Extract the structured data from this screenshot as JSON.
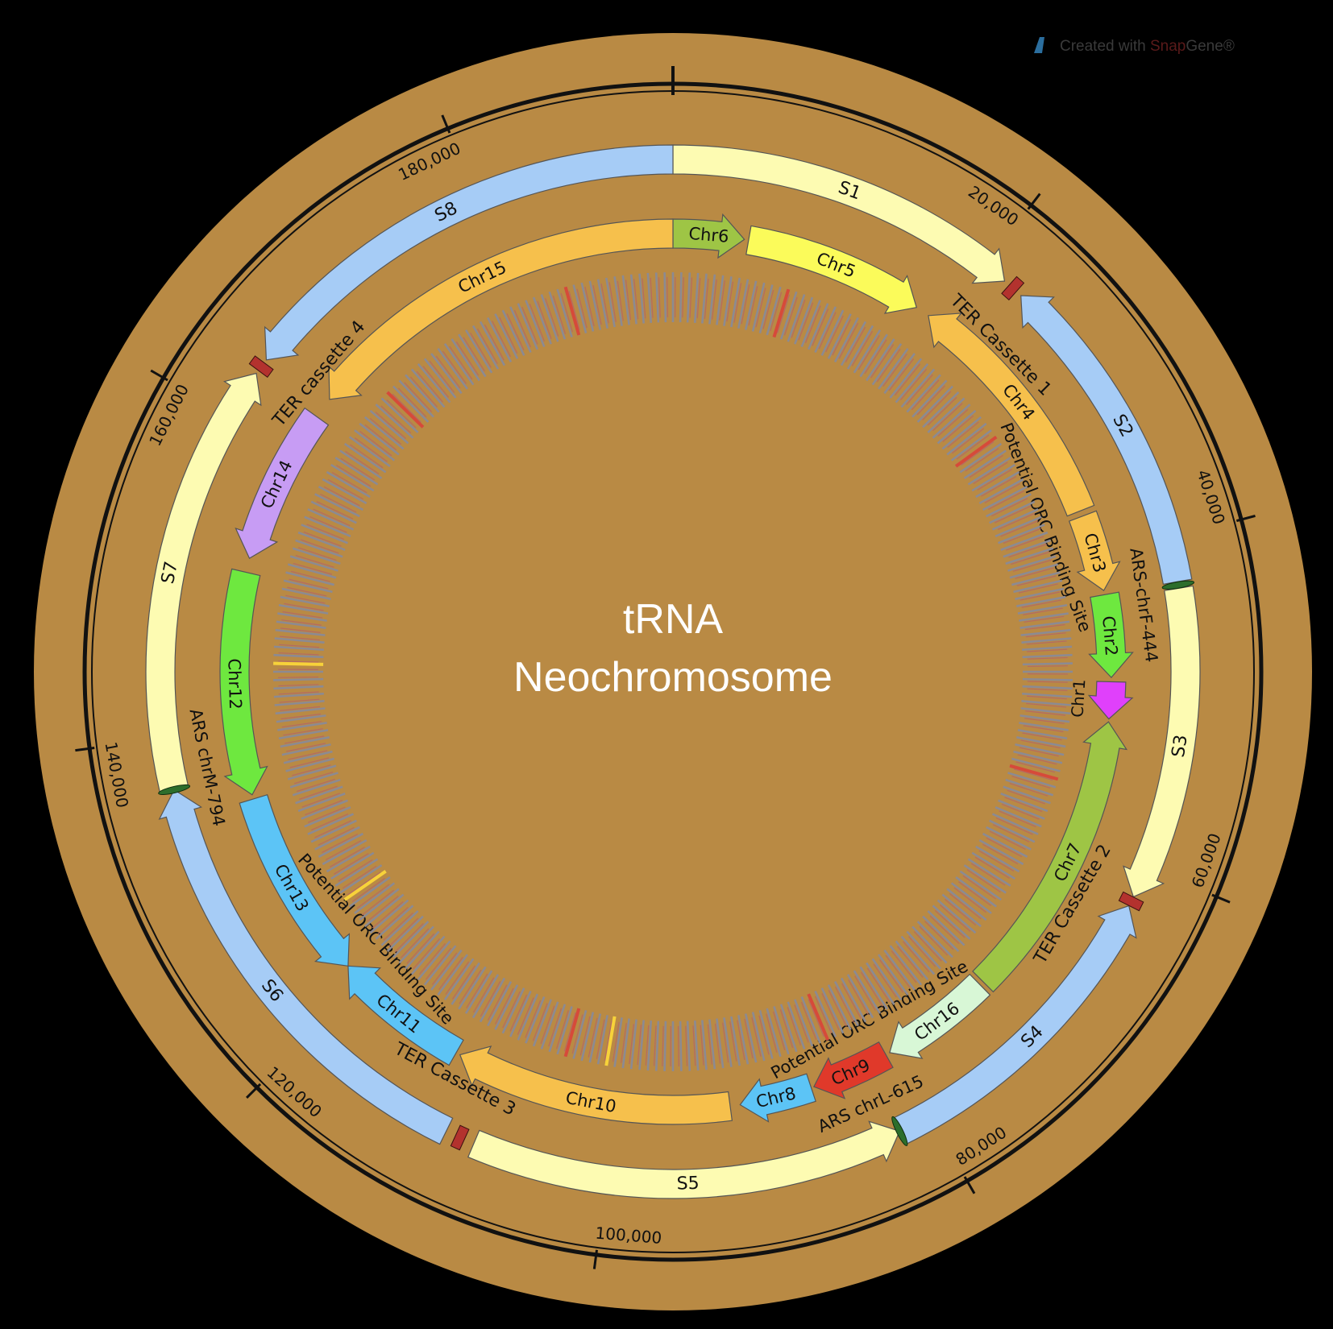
{
  "plasmid": {
    "title_line1": "tRNA",
    "title_line2": "Neochromosome",
    "total_length": 192000,
    "background_color": "#b98a44"
  },
  "watermark": {
    "prefix": "Created with ",
    "brand_a": "Snap",
    "brand_b": "Gene",
    "suffix": "®"
  },
  "ticks": [
    {
      "pos": 20000,
      "label": "20,000"
    },
    {
      "pos": 40000,
      "label": "40,000"
    },
    {
      "pos": 60000,
      "label": "60,000"
    },
    {
      "pos": 80000,
      "label": "80,000"
    },
    {
      "pos": 100000,
      "label": "100,000"
    },
    {
      "pos": 120000,
      "label": "120,000"
    },
    {
      "pos": 140000,
      "label": "140,000"
    },
    {
      "pos": 160000,
      "label": "160,000"
    },
    {
      "pos": 180000,
      "label": "180,000"
    }
  ],
  "segments": [
    {
      "name": "S1",
      "start": 0,
      "end": 21500,
      "strand": 1,
      "color": "#fdfbb2"
    },
    {
      "name": "S2",
      "start": 22800,
      "end": 42600,
      "strand": -1,
      "color": "#a6ccf6"
    },
    {
      "name": "S3",
      "start": 43000,
      "end": 61900,
      "strand": 1,
      "color": "#fdfbb2"
    },
    {
      "name": "S4",
      "start": 62500,
      "end": 82000,
      "strand": -1,
      "color": "#a6ccf6"
    },
    {
      "name": "S5",
      "start": 82000,
      "end": 108200,
      "strand": -1,
      "color": "#fdfbb2"
    },
    {
      "name": "S6",
      "start": 110000,
      "end": 136900,
      "strand": 1,
      "color": "#a6ccf6"
    },
    {
      "name": "S7",
      "start": 136900,
      "end": 163000,
      "strand": 1,
      "color": "#fdfbb2"
    },
    {
      "name": "S8",
      "start": 164000,
      "end": 192000,
      "strand": -1,
      "color": "#a6ccf6"
    }
  ],
  "chr_features": [
    {
      "name": "Chr6",
      "start": 0,
      "end": 5000,
      "strand": 1,
      "color": "#9ec545",
      "text_color": "#111"
    },
    {
      "name": "Chr5",
      "start": 5300,
      "end": 18000,
      "strand": 1,
      "color": "#fbfb5a",
      "text_color": "#111"
    },
    {
      "name": "Chr4",
      "start": 19000,
      "end": 36500,
      "strand": -1,
      "color": "#f6c04c",
      "text_color": "#111"
    },
    {
      "name": "Chr3",
      "start": 36900,
      "end": 42300,
      "strand": 1,
      "color": "#f6c04c",
      "text_color": "#111"
    },
    {
      "name": "Chr2",
      "start": 42600,
      "end": 48400,
      "strand": 1,
      "color": "#6ee83f",
      "text_color": "#111"
    },
    {
      "name": "Chr1",
      "start": 48700,
      "end": 51300,
      "strand": 1,
      "color": "#e040fb",
      "text_color": "#111"
    },
    {
      "name": "Chr7",
      "start": 51500,
      "end": 72000,
      "strand": -1,
      "color": "#9ec545",
      "text_color": "#111"
    },
    {
      "name": "Chr16",
      "start": 72300,
      "end": 80200,
      "strand": 1,
      "color": "#d8f7d6",
      "text_color": "#111"
    },
    {
      "name": "Chr9",
      "start": 80500,
      "end": 86000,
      "strand": 1,
      "color": "#e0392a",
      "text_color": "#ffffff"
    },
    {
      "name": "Chr8",
      "start": 86200,
      "end": 91300,
      "strand": 1,
      "color": "#5cc4f6",
      "text_color": "#111"
    },
    {
      "name": "Chr10",
      "start": 92000,
      "end": 111500,
      "strand": 1,
      "color": "#f6c04c",
      "text_color": "#111"
    },
    {
      "name": "Chr11",
      "start": 111800,
      "end": 121500,
      "strand": 1,
      "color": "#5cc4f6",
      "text_color": "#111"
    },
    {
      "name": "Chr13",
      "start": 121500,
      "end": 135000,
      "strand": -1,
      "color": "#5cc4f6",
      "text_color": "#111"
    },
    {
      "name": "Chr12",
      "start": 135300,
      "end": 151000,
      "strand": -1,
      "color": "#6ee83f",
      "text_color": "#111"
    },
    {
      "name": "Chr14",
      "start": 152000,
      "end": 163000,
      "strand": -1,
      "color": "#c79cf4",
      "text_color": "#111"
    },
    {
      "name": "Chr15",
      "start": 164500,
      "end": 192000,
      "strand": -1,
      "color": "#f6c04c",
      "text_color": "#111"
    }
  ],
  "markers": [
    {
      "name": "TER Cassette 1",
      "pos": 22150,
      "type": "ter",
      "color": "#b3322e"
    },
    {
      "name": "TER Cassette 2",
      "pos": 62200,
      "type": "ter",
      "color": "#b3322e"
    },
    {
      "name": "TER Cassette 3",
      "pos": 109100,
      "type": "ter",
      "color": "#b3322e"
    },
    {
      "name": "TER cassette 4",
      "pos": 163500,
      "type": "ter",
      "color": "#b3322e"
    },
    {
      "name": "ARS-chrF-444",
      "pos": 42800,
      "type": "ars",
      "color": "#2c6e2c"
    },
    {
      "name": "ARS chrL-615",
      "pos": 82000,
      "type": "ars",
      "color": "#2c6e2c"
    },
    {
      "name": "ARS chrM-794",
      "pos": 136900,
      "type": "ars",
      "color": "#2c6e2c"
    }
  ],
  "site_labels": [
    {
      "text": "Potential ORC Binding Site",
      "pos": 36700
    },
    {
      "text": "Potential ORC Binding Site",
      "pos": 80300
    },
    {
      "text": "Potential ORC Binding Site",
      "pos": 121600
    }
  ]
}
